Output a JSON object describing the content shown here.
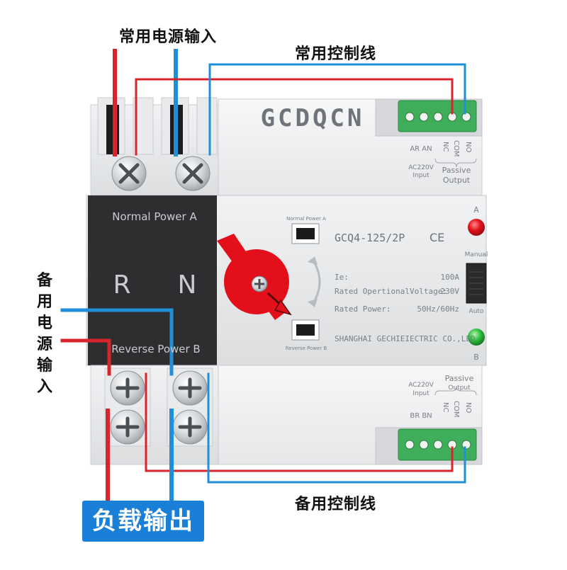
{
  "labels": {
    "normal_power_input": "常用电源输入",
    "normal_control_line": "常用控制线",
    "backup_power_input": "备用电源输入",
    "backup_control_line": "备用控制线",
    "load_output": "负载输出"
  },
  "device": {
    "brand": "GCDQCN",
    "model": "GCQ4-125/2P",
    "ce_mark": "CE",
    "left_panel": {
      "top": "Normal Power A",
      "bottom": "Reverse Power B",
      "phase_r": "R",
      "phase_n": "N"
    },
    "window_top_label": "Normal Power A",
    "window_bottom_label": "Reverse Power B",
    "specs": {
      "ie_label": "Ie:",
      "ie_value": "100A",
      "voltage_label": "Rated OpertionalVoltage:",
      "voltage_value": "230V",
      "power_label": "Rated Power:",
      "power_value": "50Hz/60Hz"
    },
    "manufacturer": "SHANGHAI GECHIEIECTRIC CO.,LED",
    "indicator_a": "A",
    "indicator_b": "B",
    "switch_manual": "Manual",
    "switch_auto": "Auto",
    "top_terminal": {
      "ar_an": "AR AN",
      "nc": "NC",
      "com": "COM",
      "no": "NO",
      "ac": "AC220V",
      "input": "Input",
      "passive": "Passive",
      "output": "Output"
    },
    "bottom_terminal": {
      "ac": "AC220V",
      "input": "Input",
      "br_bn": "BR BN",
      "nc": "NC",
      "com": "COM",
      "no": "NO",
      "passive": "Passive",
      "output": "Output"
    }
  },
  "colors": {
    "red_wire": "#d8242a",
    "blue_wire": "#1f8fd8",
    "dark_panel": "#2e2e30",
    "body": "#e4e6e8",
    "terminal_green": "#3fae5a",
    "handle_red": "#e3101c",
    "led_red": "#e3101c",
    "led_green": "#2fbf3f",
    "badge_blue": "#1a7fd6"
  }
}
